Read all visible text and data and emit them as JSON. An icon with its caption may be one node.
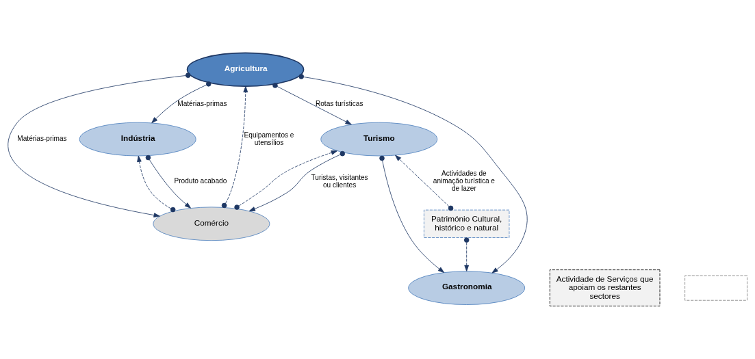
{
  "diagram": {
    "nodes": [
      {
        "text": [
          "Agricultura"
        ]
      },
      {
        "text": [
          "Indústria"
        ]
      },
      {
        "text": [
          "Turismo"
        ]
      },
      {
        "text": [
          "Comércio"
        ]
      },
      {
        "text": [
          "Património Cultural, histórico e natural"
        ]
      },
      {
        "text": [
          "Gastronomia"
        ]
      },
      {
        "text": [
          "Actividade de Serviços que apoiam os restantes sectores"
        ]
      },
      {
        "text": [],
        "shape": "box"
      }
    ],
    "edges": [
      {
        "from": 0,
        "to": 1,
        "arrow": "to",
        "label": "Matérias-primas"
      },
      {
        "from": 0,
        "to": 2,
        "arrow": "to",
        "label": "Rotas turísticas"
      },
      {
        "from": 0,
        "to": 3,
        "arrow": "to",
        "label": "Matérias-primas"
      },
      {
        "from": 0,
        "to": 5,
        "arrow": "to"
      },
      {
        "from": 1,
        "to": 3,
        "arrow": "to",
        "label": "Produto acabado"
      },
      {
        "from": 3,
        "to": 1,
        "arrow": "to",
        "style": "dashed"
      },
      {
        "from": 3,
        "to": 0,
        "arrow": "to",
        "style": "dashed",
        "label": "Equipamentos e utensílios"
      },
      {
        "from": 3,
        "to": 2,
        "arrow": "to",
        "style": "dashed"
      },
      {
        "from": 2,
        "to": 3,
        "arrow": "to",
        "label": "Turistas, visitantes ou clientes"
      },
      {
        "from": 2,
        "to": 5,
        "arrow": "to"
      },
      {
        "from": 4,
        "to": 2,
        "arrow": "to",
        "style": "dashed",
        "label": "Actividades de animação turística e de lazer"
      },
      {
        "from": 4,
        "to": 5,
        "arrow": "to",
        "style": "dashed"
      }
    ]
  }
}
